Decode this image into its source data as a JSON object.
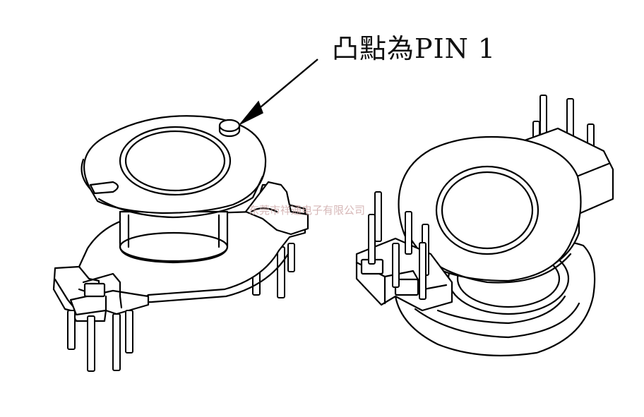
{
  "annotation": {
    "label": "凸點為PIN 1",
    "arrow_target": "pin-1-marker-dot"
  },
  "watermark": {
    "text": "东莞市祥通电子有限公司"
  },
  "parts": [
    {
      "name": "bobbin-front-view",
      "pin_count": 8
    },
    {
      "name": "bobbin-rear-view",
      "pin_count": 10
    }
  ],
  "colors": {
    "line": "#000000",
    "background": "#ffffff",
    "watermark": "#c9a0a0"
  }
}
